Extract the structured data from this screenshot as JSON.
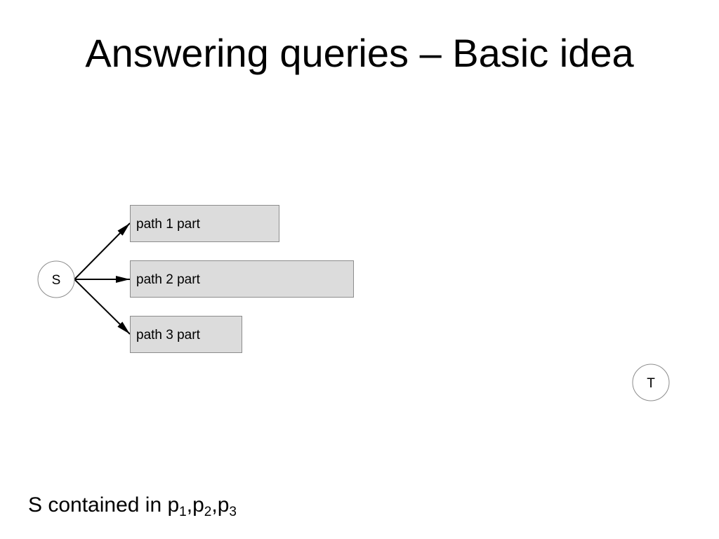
{
  "slide": {
    "title": "Answering queries – Basic idea"
  },
  "diagram": {
    "source_node": "S",
    "target_node": "T",
    "paths": [
      {
        "label": "path 1 part"
      },
      {
        "label": "path 2 part"
      },
      {
        "label": "path 3 part"
      }
    ],
    "colors": {
      "box_fill": "#dcdcdc",
      "box_stroke": "#8c8c8c",
      "node_stroke": "#8c8c8c",
      "arrow": "#000000"
    }
  },
  "caption": {
    "prefix": "S contained in ",
    "items": [
      {
        "base": "p",
        "sub": "1"
      },
      {
        "base": "p",
        "sub": "2"
      },
      {
        "base": "p",
        "sub": "3"
      }
    ],
    "separator": ","
  }
}
